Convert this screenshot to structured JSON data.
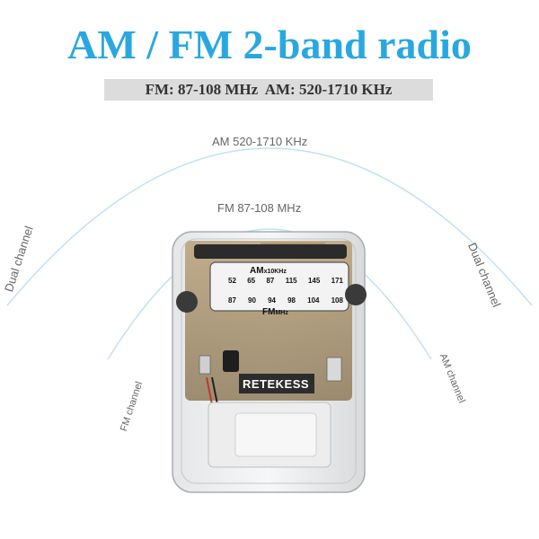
{
  "title": "AM / FM 2-band radio",
  "spec_bar": "FM: 87-108 MHz  AM: 520-1710 KHz",
  "arc_labels": {
    "am_band": "AM 520-1710 KHz",
    "fm_band": "FM 87-108 MHz",
    "dual_left": "Dual channel",
    "dual_right": "Dual channel",
    "fm_channel": "FM channel",
    "am_channel": "AM channel"
  },
  "radio": {
    "brand": "RETEKESS",
    "dial_am_label": "AM",
    "dial_am_unit": "x10KHz",
    "am_scale": [
      "52",
      "65",
      "87",
      "115",
      "145",
      "171"
    ],
    "fm_scale": [
      "87",
      "90",
      "94",
      "98",
      "104",
      "108"
    ],
    "dial_fm_label": "FM",
    "dial_fm_unit": "MHz"
  },
  "colors": {
    "title": "#29a8e0",
    "arc": "#bfe3f2",
    "label": "#666666",
    "spec_bar_bg": "#dcdcdc"
  }
}
